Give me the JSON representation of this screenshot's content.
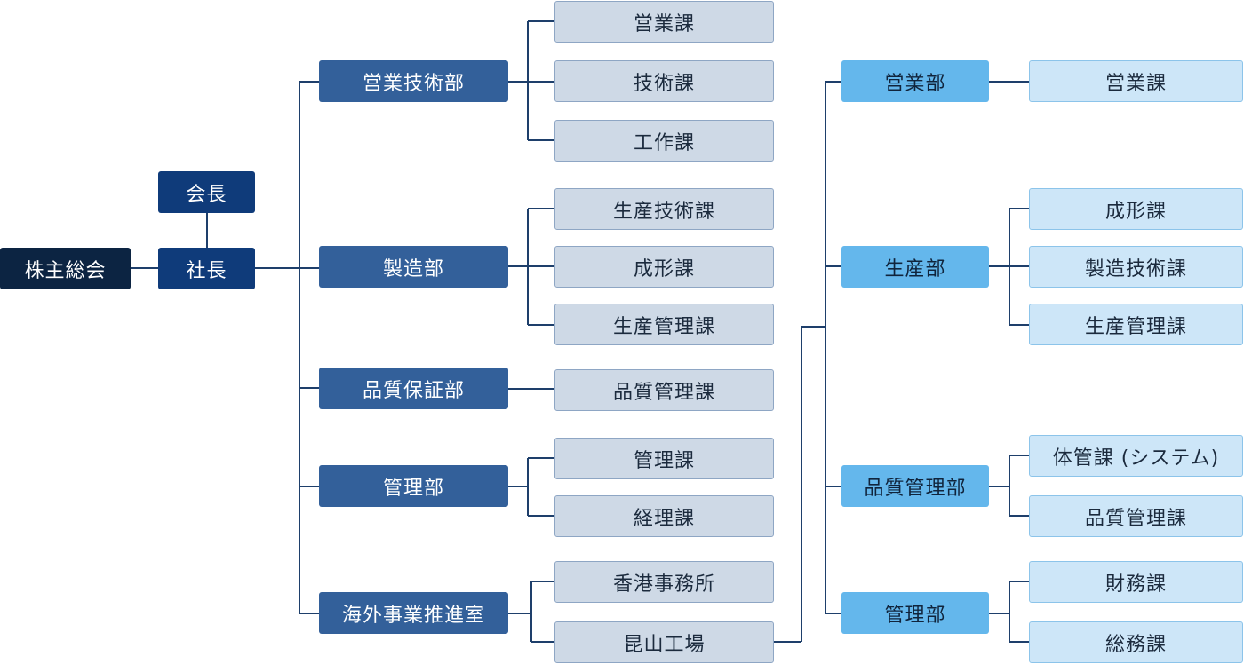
{
  "shareholders": "株主総会",
  "chairman": "会長",
  "president": "社長",
  "departments": [
    {
      "name": "営業技術部",
      "sections": [
        "営業課",
        "技術課",
        "工作課"
      ]
    },
    {
      "name": "製造部",
      "sections": [
        "生産技術課",
        "成形課",
        "生産管理課"
      ]
    },
    {
      "name": "品質保証部",
      "sections": [
        "品質管理課"
      ]
    },
    {
      "name": "管理部",
      "sections": [
        "管理課",
        "経理課"
      ]
    },
    {
      "name": "海外事業推進室",
      "sections": [
        "香港事務所",
        "昆山工場"
      ]
    }
  ],
  "kunshan_departments": [
    {
      "name": "営業部",
      "sections": [
        "営業課"
      ]
    },
    {
      "name": "生産部",
      "sections": [
        "成形課",
        "製造技術課",
        "生産管理課"
      ]
    },
    {
      "name": "品質管理部",
      "sections": [
        "体管課 (システム)",
        "品質管理課"
      ]
    },
    {
      "name": "管理部",
      "sections": [
        "財務課",
        "総務課"
      ]
    }
  ],
  "colors": {
    "shareholders": "#0c2442",
    "executive": "#0f3b7a",
    "department": "#33609a",
    "section": "#ced9e6",
    "kunshan_department": "#64b7ec",
    "kunshan_section": "#cde6f8",
    "line": "#1e3f6b"
  }
}
